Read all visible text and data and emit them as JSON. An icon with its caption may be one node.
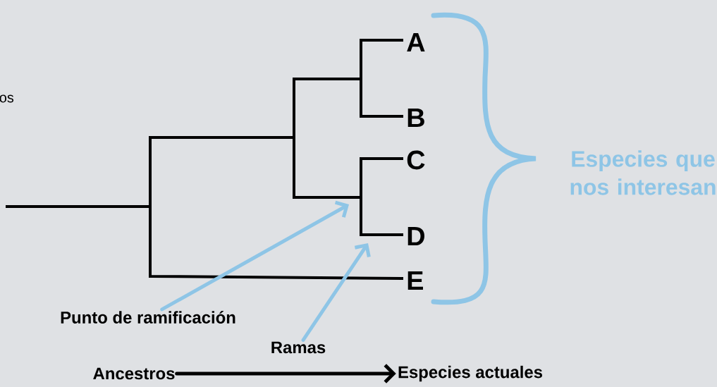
{
  "diagram": {
    "nodes": [
      {
        "text": [
          "Punto de ramificación"
        ]
      },
      {
        "text": [
          "Ramas"
        ]
      },
      {
        "text": [
          "Ancestros"
        ]
      },
      {
        "text": [
          "Especies actuales"
        ]
      }
    ],
    "edges": [
      {
        "from": 0,
        "to": null,
        "arrow": "to",
        "color": "#8ec5e6"
      },
      {
        "from": 1,
        "to": null,
        "arrow": "to",
        "color": "#8ec5e6"
      },
      {
        "from": 2,
        "to": 3,
        "arrow": "to",
        "color": "#000000"
      }
    ],
    "labels": [
      "os",
      "A",
      "B",
      "C",
      "Especies que nos interesan",
      "D",
      "E"
    ]
  }
}
